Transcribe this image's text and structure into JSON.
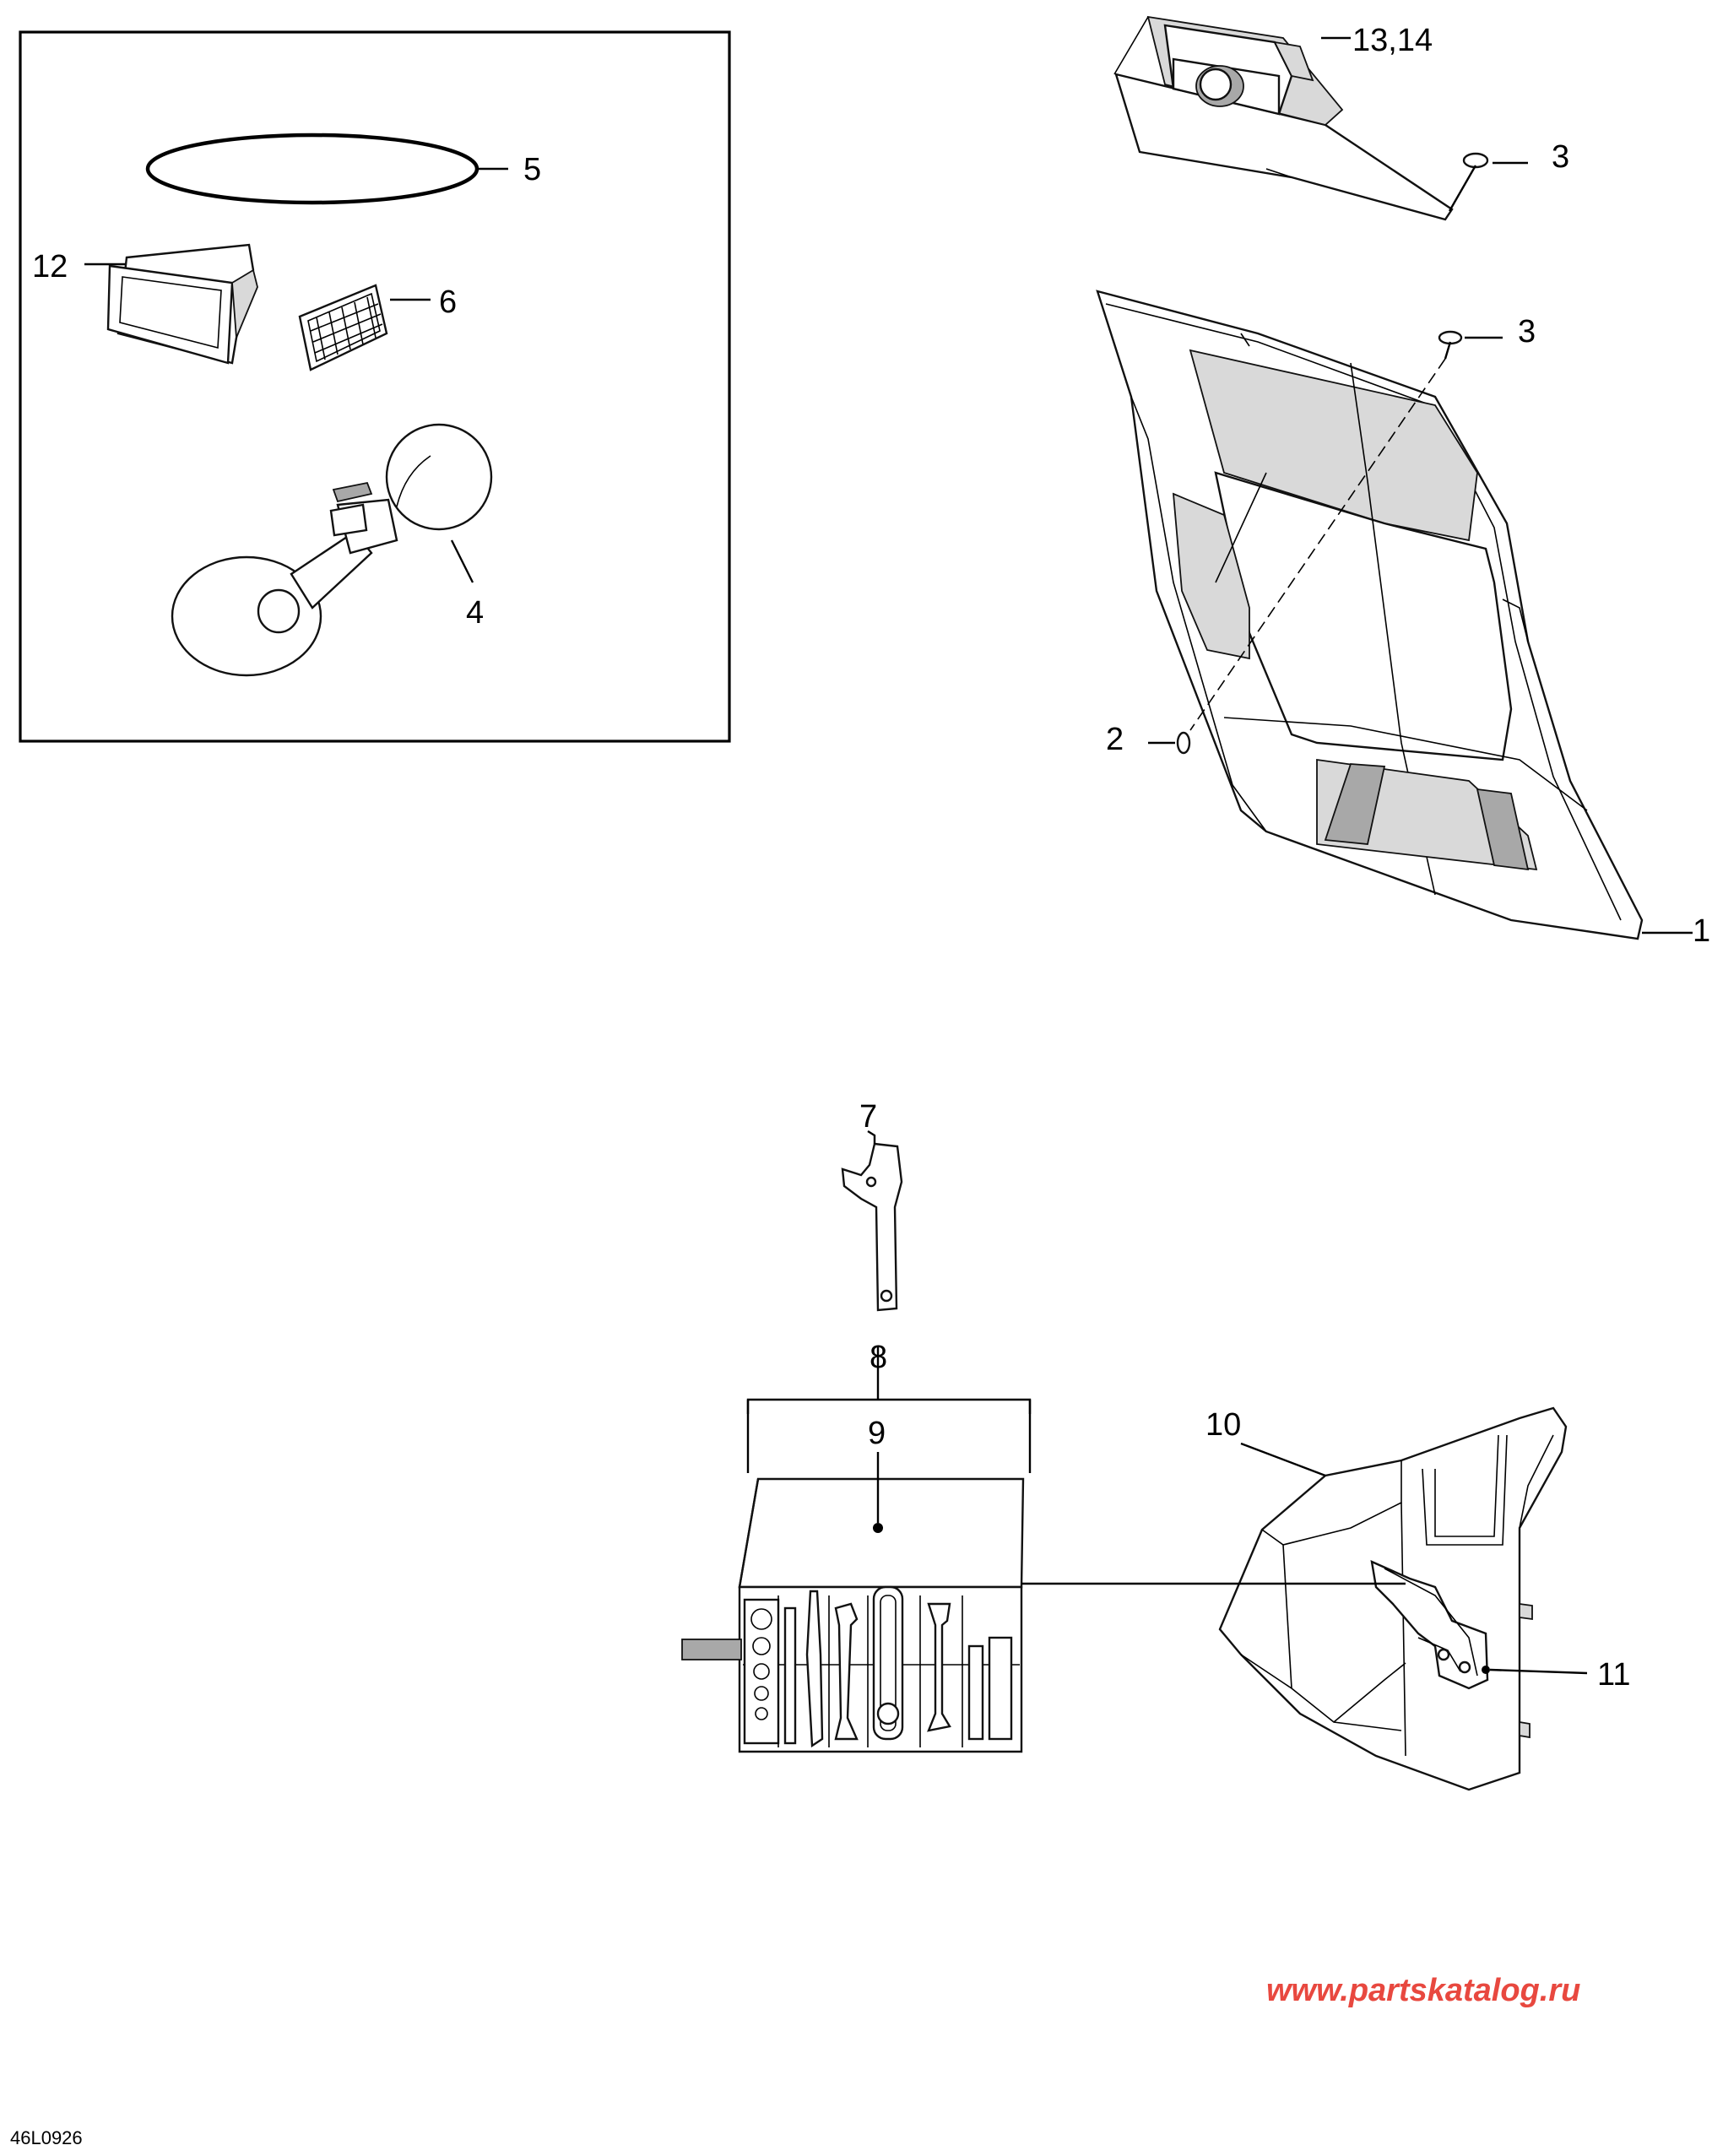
{
  "callouts": {
    "c1": "1",
    "c2": "2",
    "c3a": "3",
    "c3b": "3",
    "c4": "4",
    "c5": "5",
    "c6": "6",
    "c7": "7",
    "c8": "8",
    "c9": "9",
    "c10": "10",
    "c11": "11",
    "c12": "12",
    "c13_14": "13,14"
  },
  "watermark": "www.partskatalog.ru",
  "diagram_code": "46L0926",
  "colors": {
    "line": "#000000",
    "watermark": "#e8483f",
    "shade": "#d9d9d9"
  }
}
